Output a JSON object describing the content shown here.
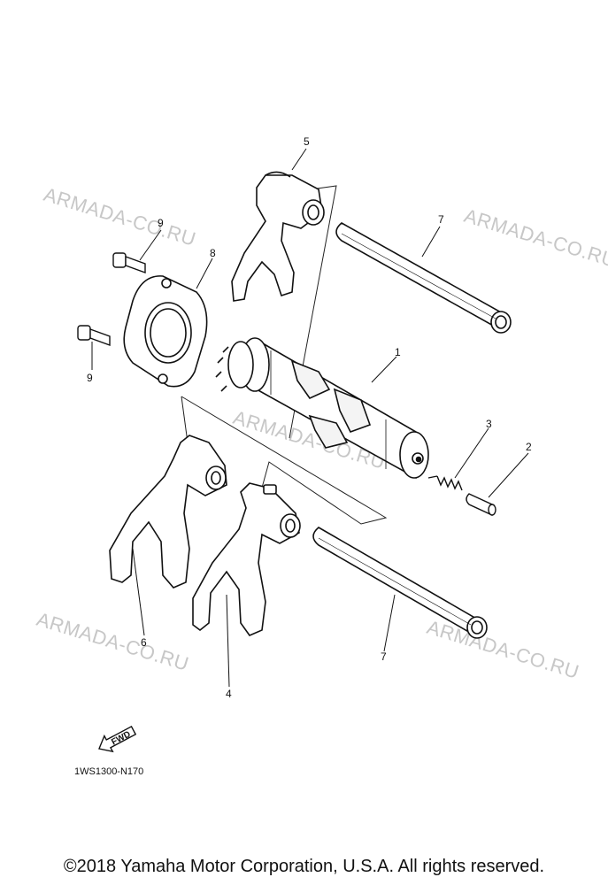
{
  "watermark": "ARMADA-CO.RU",
  "callouts": {
    "c1": "1",
    "c2": "2",
    "c3": "3",
    "c4": "4",
    "c5": "5",
    "c6": "6",
    "c7a": "7",
    "c7b": "7",
    "c8": "8",
    "c9a": "9",
    "c9b": "9"
  },
  "fwd_label": "FWD",
  "part_code": "1WS1300-N170",
  "copyright": "©2018 Yamaha Motor Corporation, U.S.A. All rights reserved."
}
